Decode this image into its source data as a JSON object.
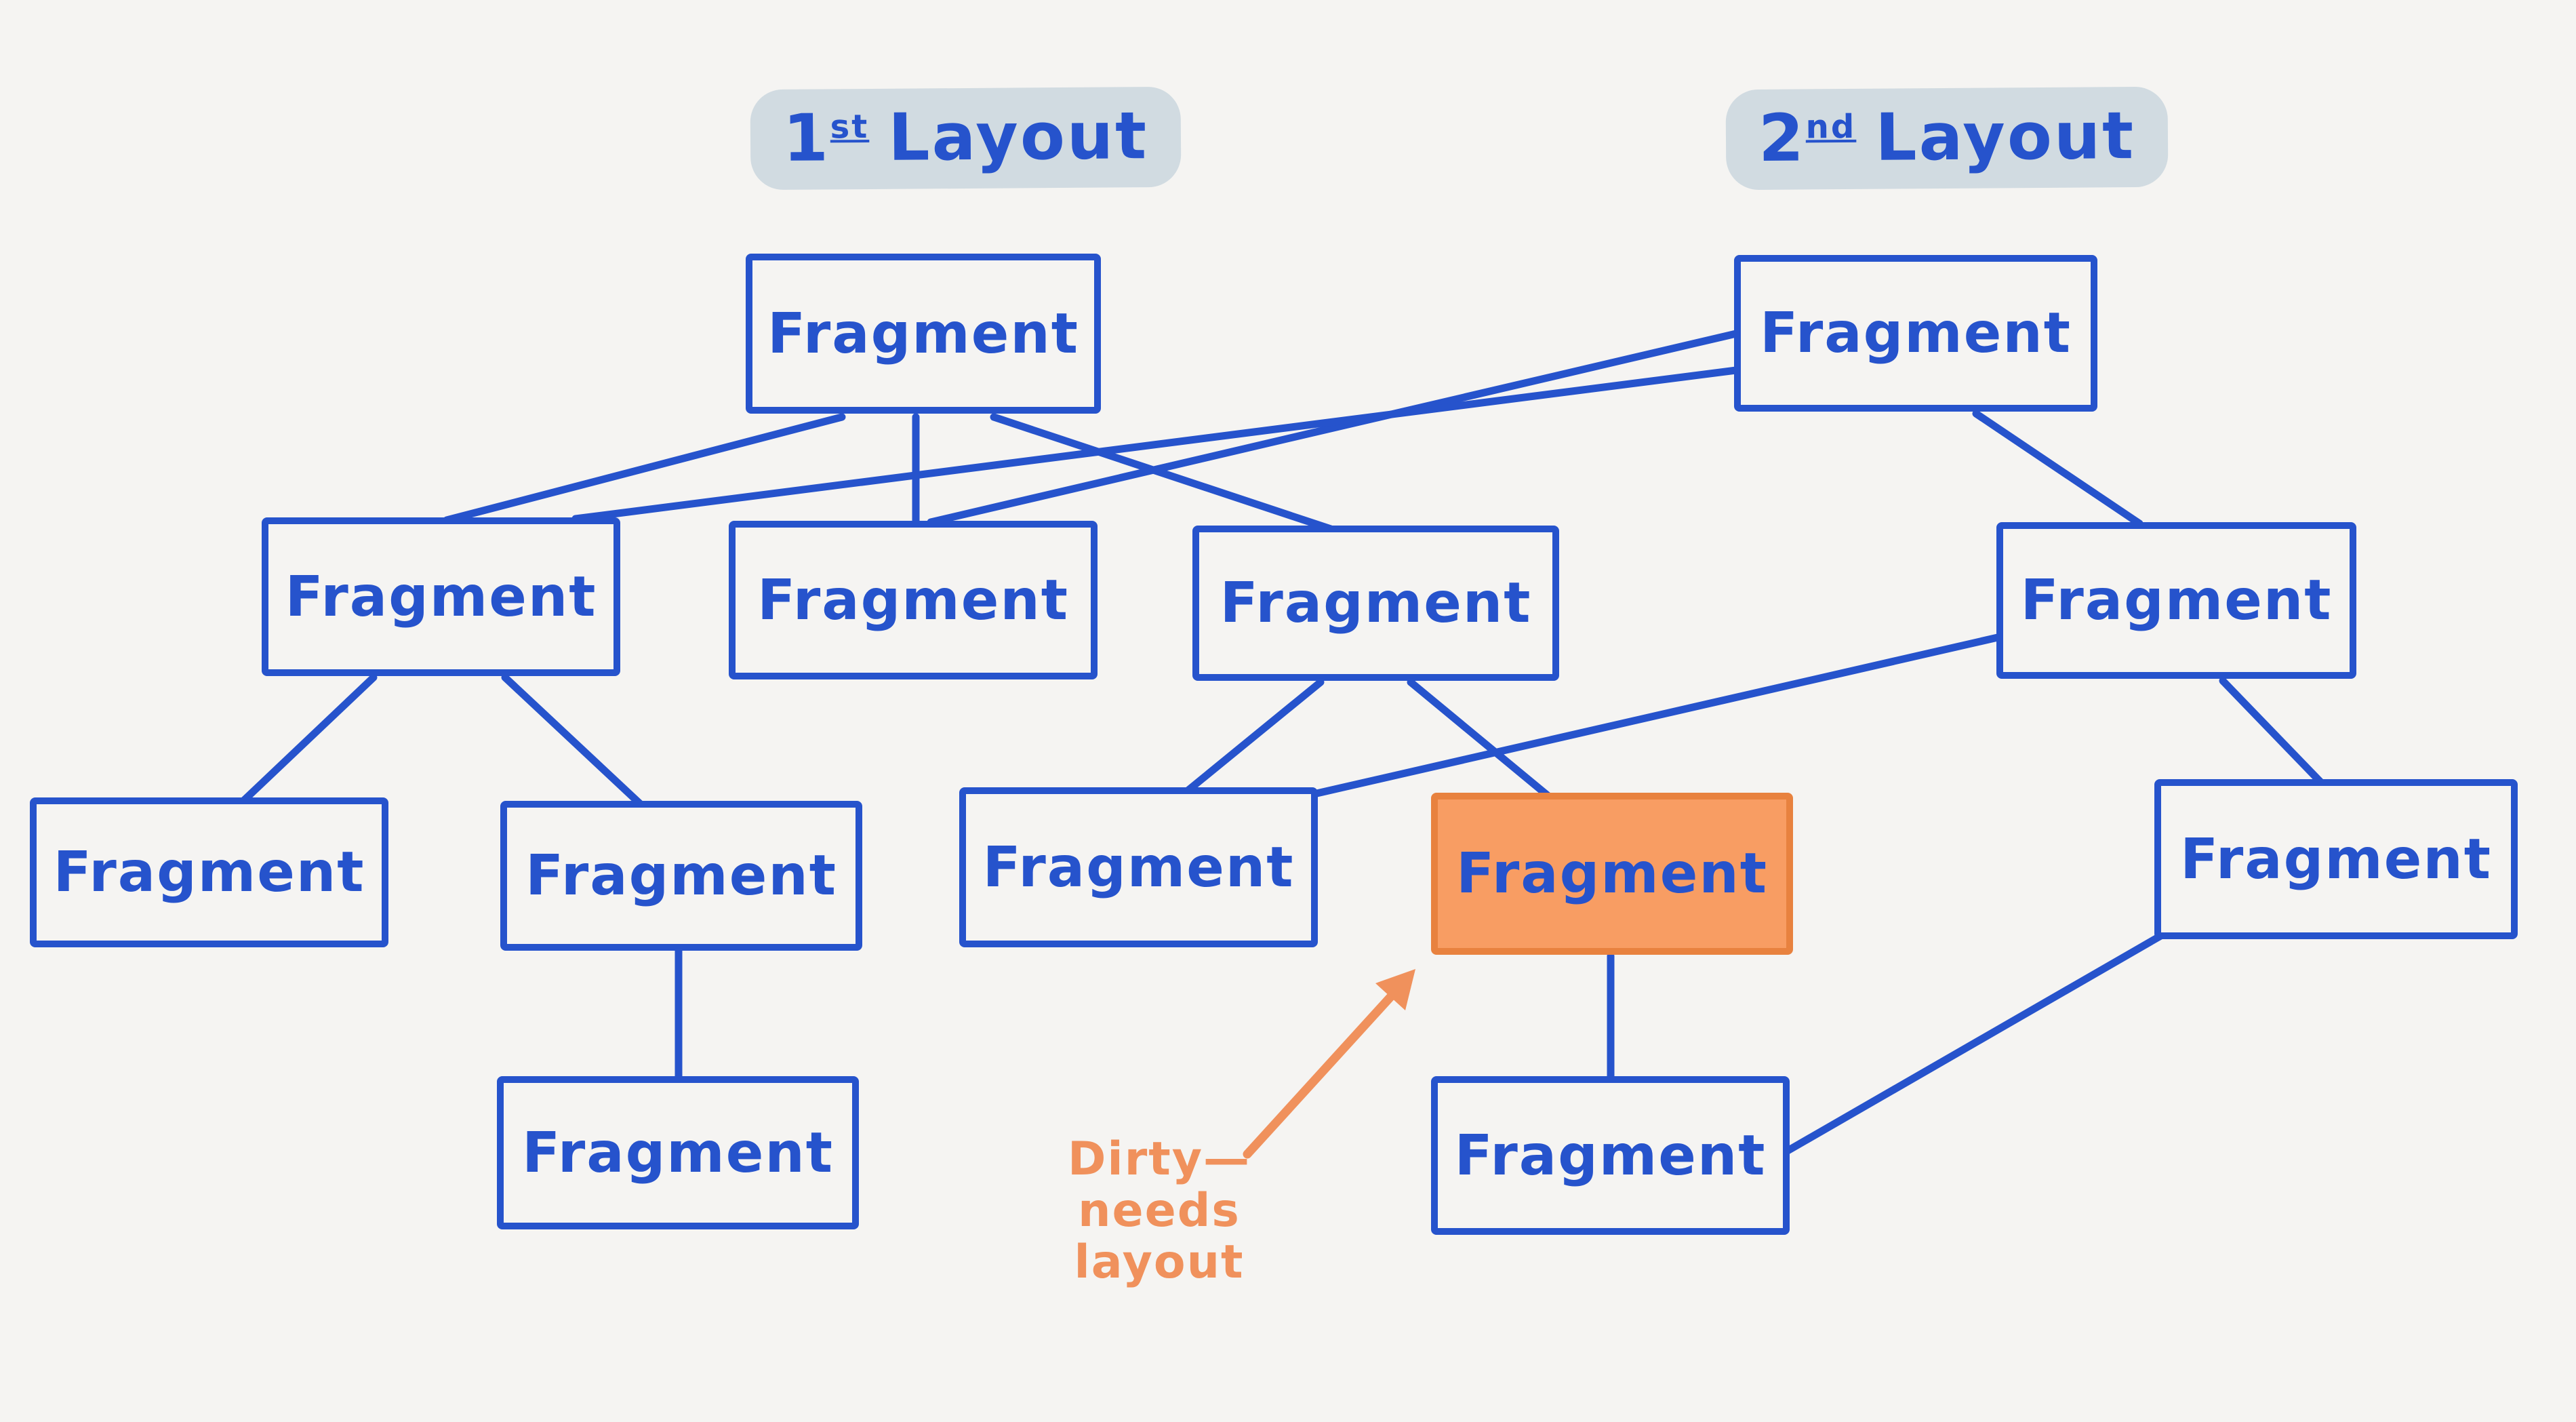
{
  "diagram": {
    "background_color": "#f5f4f2",
    "ink_color": "#2653cc",
    "accent_color": "#f0915c",
    "dirty_fill_color": "#f89d63",
    "titles": {
      "first": {
        "num": "1",
        "sup": "st",
        "word": "Layout"
      },
      "second": {
        "num": "2",
        "sup": "nd",
        "word": "Layout"
      }
    },
    "nodes": {
      "root1": {
        "label": "Fragment"
      },
      "childL": {
        "label": "Fragment"
      },
      "childM": {
        "label": "Fragment"
      },
      "childR": {
        "label": "Fragment"
      },
      "leaf1": {
        "label": "Fragment"
      },
      "leaf2": {
        "label": "Fragment"
      },
      "leaf2child": {
        "label": "Fragment"
      },
      "shared1": {
        "label": "Fragment"
      },
      "dirty": {
        "label": "Fragment",
        "state": "dirty",
        "highlighted": true
      },
      "dirtyChild": {
        "label": "Fragment"
      },
      "root2": {
        "label": "Fragment"
      },
      "child2": {
        "label": "Fragment"
      },
      "leaf3": {
        "label": "Fragment"
      }
    },
    "edges": [
      {
        "from": "root1",
        "to": "childL"
      },
      {
        "from": "root1",
        "to": "childM"
      },
      {
        "from": "root1",
        "to": "childR"
      },
      {
        "from": "childL",
        "to": "leaf1"
      },
      {
        "from": "childL",
        "to": "leaf2"
      },
      {
        "from": "leaf2",
        "to": "leaf2child"
      },
      {
        "from": "childR",
        "to": "shared1"
      },
      {
        "from": "childR",
        "to": "dirty"
      },
      {
        "from": "dirty",
        "to": "dirtyChild"
      },
      {
        "from": "root2",
        "to": "child2"
      },
      {
        "from": "root2",
        "to": "childM"
      },
      {
        "from": "root2",
        "to": "childL"
      },
      {
        "from": "child2",
        "to": "leaf3"
      },
      {
        "from": "child2",
        "to": "shared1"
      },
      {
        "from": "leaf3",
        "to": "dirtyChild"
      }
    ],
    "annotation": {
      "line1": "Dirty—",
      "line2": "needs",
      "line3": "layout"
    }
  }
}
